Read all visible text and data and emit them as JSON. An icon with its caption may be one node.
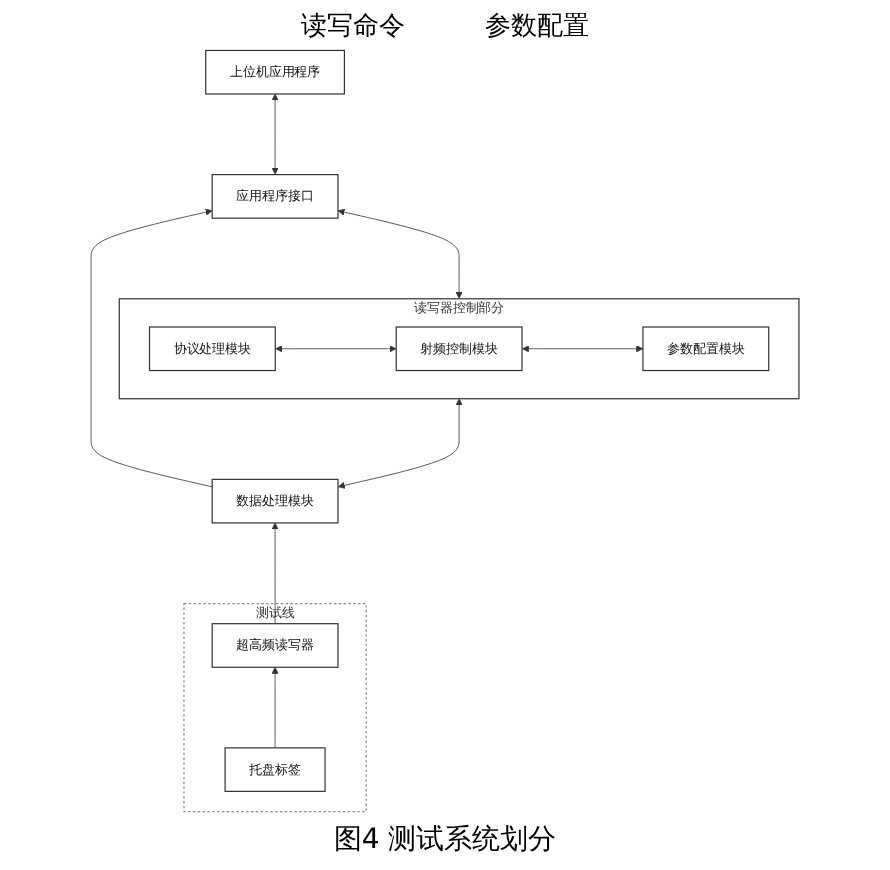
{
  "diagram": {
    "caption": "图4 测试系统划分",
    "nodes": [
      {
        "text": [
          "上位机应用程序"
        ]
      },
      {
        "text": [
          "应用程序接口"
        ]
      },
      {
        "text": [
          "读写器控制部分"
        ]
      },
      {
        "text": [
          "协议处理模块"
        ],
        "in": 2
      },
      {
        "text": [
          "射频控制模块"
        ],
        "in": 2
      },
      {
        "text": [
          "参数配置模块"
        ],
        "in": 2
      },
      {
        "text": [
          "数据处理模块"
        ]
      },
      {
        "text": [
          "测试线"
        ]
      },
      {
        "text": [
          "超高频读写器"
        ],
        "in": 7
      },
      {
        "text": [
          "托盘标签"
        ],
        "in": 7
      }
    ],
    "edges": [
      {
        "from": 0,
        "to": 1,
        "arrow": "both"
      },
      {
        "from": 1,
        "to": 2,
        "arrow": "both"
      },
      {
        "from": 3,
        "to": 4,
        "arrow": "both"
      },
      {
        "from": 4,
        "to": 5,
        "arrow": "both"
      },
      {
        "from": 2,
        "to": 6,
        "arrow": "both"
      },
      {
        "from": 6,
        "to": 1,
        "arrow": "to"
      },
      {
        "from": 8,
        "to": 6,
        "arrow": "to"
      },
      {
        "from": 9,
        "to": 8,
        "arrow": "to"
      }
    ],
    "labels": [
      "读写命令",
      "参数配置"
    ]
  }
}
